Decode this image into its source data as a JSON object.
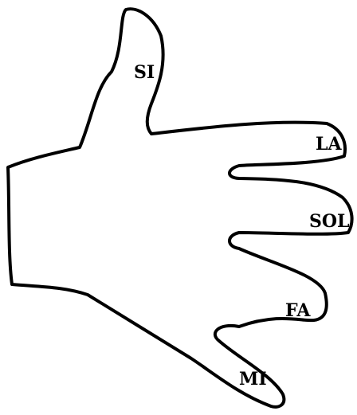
{
  "diagram": {
    "fingers": [
      {
        "id": "thumb",
        "note": "SI"
      },
      {
        "id": "index",
        "note": "LA"
      },
      {
        "id": "middle",
        "note": "SOL"
      },
      {
        "id": "ring",
        "note": "FA"
      },
      {
        "id": "pinky",
        "note": "MI"
      }
    ]
  },
  "colors": {
    "outline": "#000000",
    "background": "#ffffff"
  }
}
